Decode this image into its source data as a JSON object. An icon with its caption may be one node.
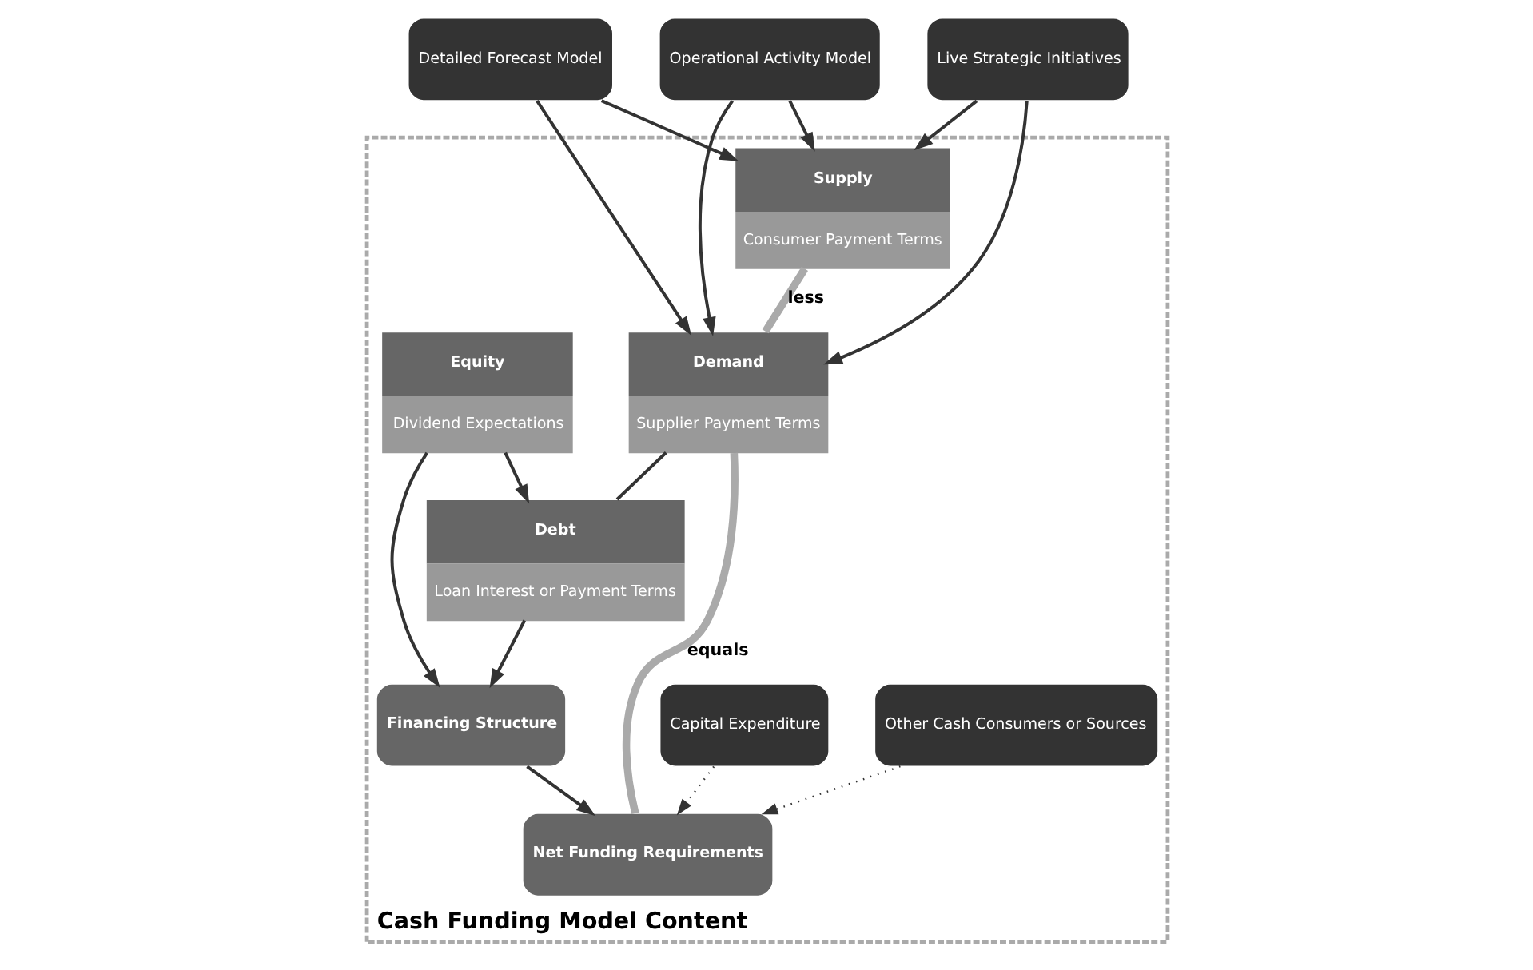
{
  "diagram": {
    "nodes": [
      {
        "text": [
          "Detailed Forecast Model"
        ]
      },
      {
        "text": [
          "Operational Activity Model"
        ]
      },
      {
        "text": [
          "Live Strategic Initiatives"
        ]
      },
      {
        "text": [
          "Cash Funding Model Content"
        ]
      },
      {
        "text": [
          "Other Cash Consumers or Sources"
        ],
        "in": 3
      },
      {
        "text": [
          "Capital Expenditure"
        ],
        "in": 3
      },
      {
        "text": [
          "Supply",
          "Consumer Payment Terms"
        ],
        "in": 3
      },
      {
        "text": [
          "Demand",
          "Supplier Payment Terms"
        ],
        "in": 3
      },
      {
        "text": [
          "Net Funding Requirements"
        ],
        "in": 3
      },
      {
        "text": [
          "Financing Structure"
        ],
        "in": 3
      },
      {
        "text": [
          "Debt",
          "Loan Interest or Payment Terms"
        ],
        "in": 3
      },
      {
        "text": [
          "Equity",
          "Dividend Expectations"
        ],
        "in": 3
      }
    ],
    "edges": [
      {
        "from": 0,
        "to": 6,
        "arrow": "to"
      },
      {
        "from": 0,
        "to": 7,
        "arrow": "to"
      },
      {
        "from": 1,
        "to": 6,
        "arrow": "to"
      },
      {
        "from": 1,
        "to": 7,
        "arrow": "to"
      },
      {
        "from": 2,
        "to": 6,
        "arrow": "to"
      },
      {
        "from": 2,
        "to": 7,
        "arrow": "to"
      },
      {
        "from": 6,
        "to": 7,
        "arrow": "none",
        "label": "less",
        "style": "thick",
        "color": "#aaaaaa"
      },
      {
        "from": 7,
        "to": 8,
        "arrow": "none",
        "label": "equals",
        "style": "thick",
        "color": "#aaaaaa"
      },
      {
        "from": 4,
        "to": 8,
        "arrow": "to",
        "style": "dashed"
      },
      {
        "from": 5,
        "to": 8,
        "arrow": "to",
        "style": "dashed"
      },
      {
        "from": 9,
        "to": 8,
        "arrow": "to"
      },
      {
        "from": 10,
        "to": 9,
        "arrow": "to"
      },
      {
        "from": 11,
        "to": 9,
        "arrow": "to"
      },
      {
        "from": 11,
        "to": 10,
        "arrow": "to"
      },
      {
        "from": 7,
        "to": 10,
        "arrow": "none"
      }
    ]
  }
}
